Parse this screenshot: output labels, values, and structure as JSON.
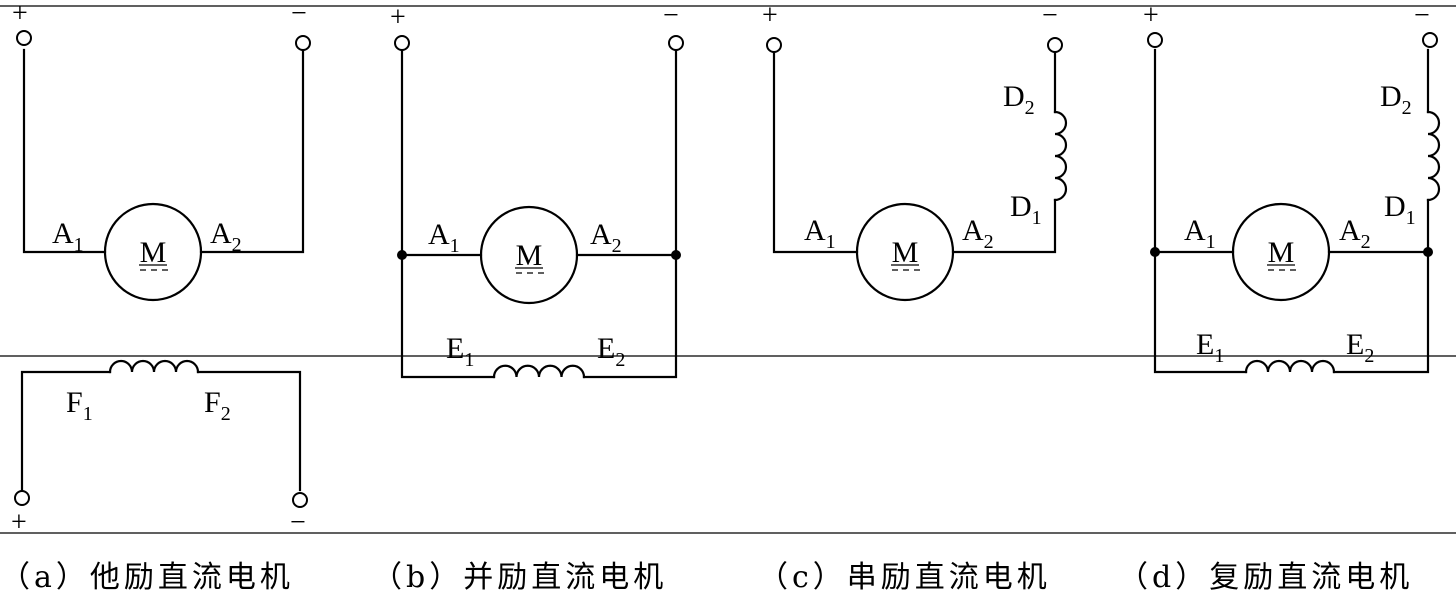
{
  "terminals": {
    "plus": "+",
    "minus": "−"
  },
  "motor_symbol": "M",
  "panels": [
    {
      "id": "a",
      "caption": "（a）他励直流电机",
      "armature": {
        "a1": "A",
        "a1_sub": "1",
        "a2": "A",
        "a2_sub": "2"
      },
      "field": {
        "f1": "F",
        "f1_sub": "1",
        "f2": "F",
        "f2_sub": "2"
      }
    },
    {
      "id": "b",
      "caption": "（b）并励直流电机",
      "armature": {
        "a1": "A",
        "a1_sub": "1",
        "a2": "A",
        "a2_sub": "2"
      },
      "shunt": {
        "e1": "E",
        "e1_sub": "1",
        "e2": "E",
        "e2_sub": "2"
      }
    },
    {
      "id": "c",
      "caption": "（c）串励直流电机",
      "armature": {
        "a1": "A",
        "a1_sub": "1",
        "a2": "A",
        "a2_sub": "2"
      },
      "series": {
        "d1": "D",
        "d1_sub": "1",
        "d2": "D",
        "d2_sub": "2"
      }
    },
    {
      "id": "d",
      "caption": "（d）复励直流电机",
      "armature": {
        "a1": "A",
        "a1_sub": "1",
        "a2": "A",
        "a2_sub": "2"
      },
      "series": {
        "d1": "D",
        "d1_sub": "1",
        "d2": "D",
        "d2_sub": "2"
      },
      "shunt": {
        "e1": "E",
        "e1_sub": "1",
        "e2": "E",
        "e2_sub": "2"
      }
    }
  ]
}
